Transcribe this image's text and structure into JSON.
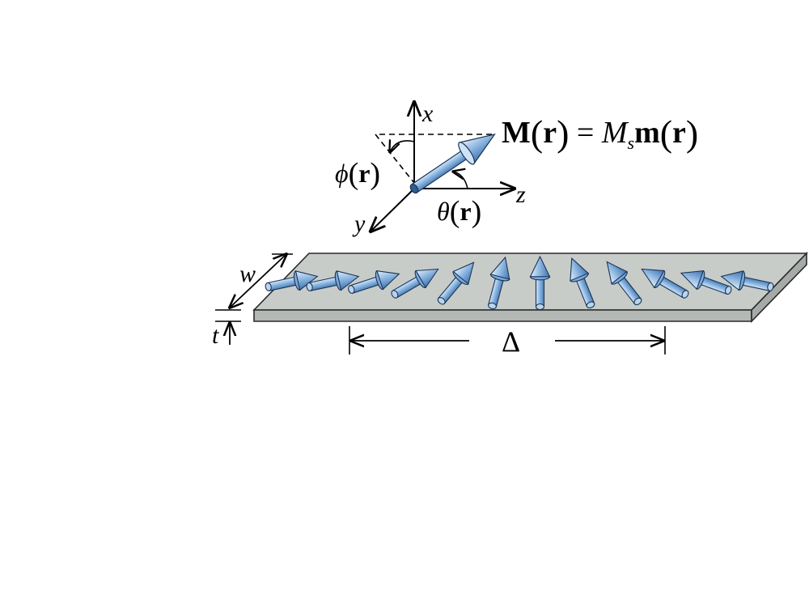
{
  "axes": {
    "x_label": "x",
    "y_label": "y",
    "z_label": "z"
  },
  "angles": {
    "phi_symbol": "ϕ",
    "theta_symbol": "θ",
    "arg_open": "(",
    "arg_var": "r",
    "arg_close": ")"
  },
  "equation": {
    "lhs_symbol": "M",
    "arg_var": "r",
    "equals": "=",
    "ms_main": "M",
    "ms_sub": "s",
    "rhs_symbol": "m"
  },
  "strip": {
    "width_label": "w",
    "thickness_label": "t",
    "wall_width_label": "Δ"
  },
  "moments": {
    "angles_deg": [
      -12,
      -12,
      -18,
      -30,
      -50,
      -75,
      -90,
      -112,
      -128,
      -150,
      -160,
      -168
    ],
    "color_body": "#7aa9dc",
    "color_cap": "#b9d4ef",
    "color_outline": "#1b3554"
  },
  "colors": {
    "strip_top": "#c8ccc9",
    "strip_side": "#b3b8b5",
    "strip_outline": "#2a2a2a"
  }
}
